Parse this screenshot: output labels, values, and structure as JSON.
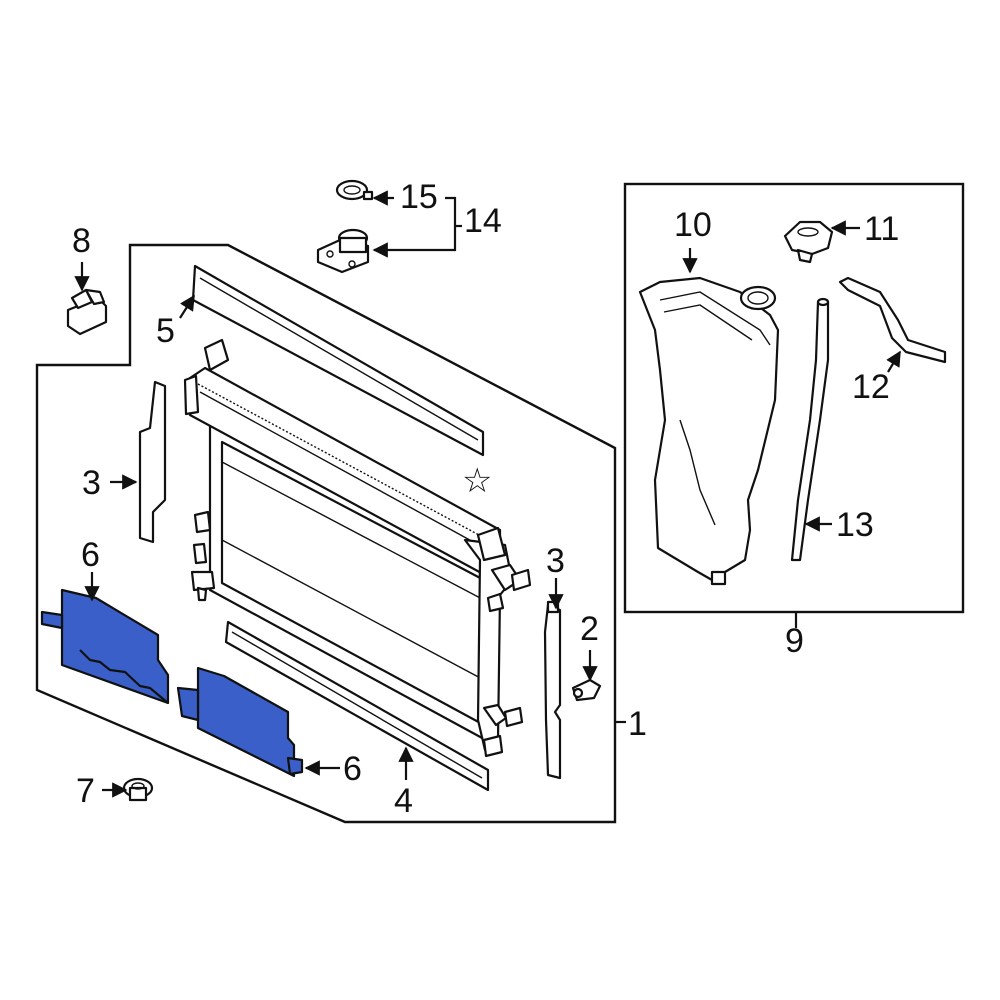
{
  "diagram": {
    "highlight_color": "#3a5fc8",
    "outline_color": "#111111",
    "background_color": "#ffffff",
    "callouts": {
      "c1": "1",
      "c2": "2",
      "c3a": "3",
      "c3b": "3",
      "c4": "4",
      "c5": "5",
      "c6a": "6",
      "c6b": "6",
      "c7": "7",
      "c8": "8",
      "c9": "9",
      "c10": "10",
      "c11": "11",
      "c12": "12",
      "c13": "13",
      "c14": "14",
      "c15": "15"
    },
    "star_symbol": "☆"
  }
}
